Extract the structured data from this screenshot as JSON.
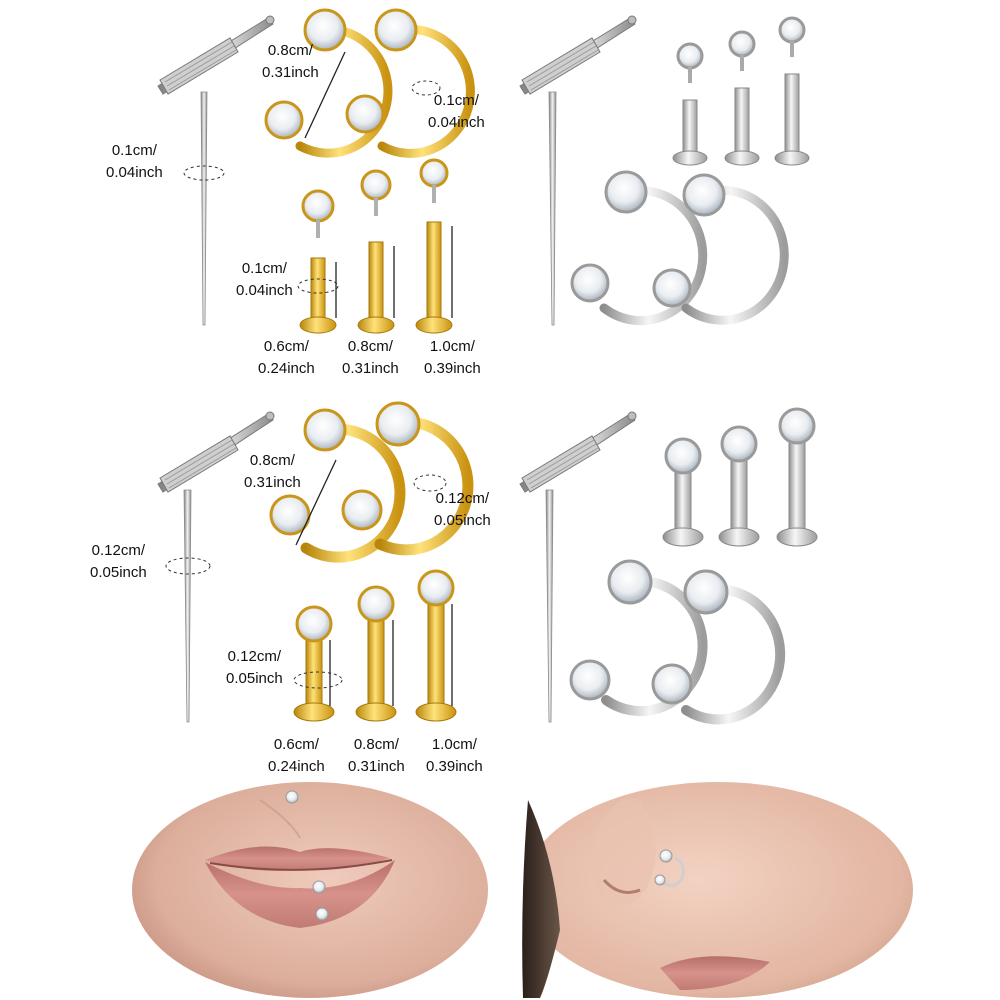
{
  "colors": {
    "background": "#ffffff",
    "gold": "#e6b422",
    "gold_dark": "#b8860b",
    "silver": "#d8d8d8",
    "silver_dark": "#8e8e8e",
    "crystal": "#f4f6f8",
    "skin": "#e2b8a6",
    "lip": "#c98580"
  },
  "panels": [
    {
      "metal": "gold",
      "hoop_size": [
        "0.8cm/",
        "0.31inch"
      ],
      "hoop_gauge": [
        "0.1cm/",
        "0.04inch"
      ],
      "needle_gauge": [
        "0.1cm/",
        "0.04inch"
      ],
      "stud_gauge": [
        "0.1cm/",
        "0.04inch"
      ],
      "lengths": [
        [
          "0.6cm/",
          "0.24inch"
        ],
        [
          "0.8cm/",
          "0.31inch"
        ],
        [
          "1.0cm/",
          "0.39inch"
        ]
      ]
    },
    {
      "metal": "gold",
      "hoop_size": [
        "0.8cm/",
        "0.31inch"
      ],
      "hoop_gauge": [
        "0.12cm/",
        "0.05inch"
      ],
      "needle_gauge": [
        "0.12cm/",
        "0.05inch"
      ],
      "stud_gauge": [
        "0.12cm/",
        "0.05inch"
      ],
      "lengths": [
        [
          "0.6cm/",
          "0.24inch"
        ],
        [
          "0.8cm/",
          "0.31inch"
        ],
        [
          "1.0cm/",
          "0.39inch"
        ]
      ]
    }
  ],
  "photos": [
    {
      "subject": "lips-with-labret-piercings"
    },
    {
      "subject": "nose-with-hoop-piercing"
    }
  ]
}
